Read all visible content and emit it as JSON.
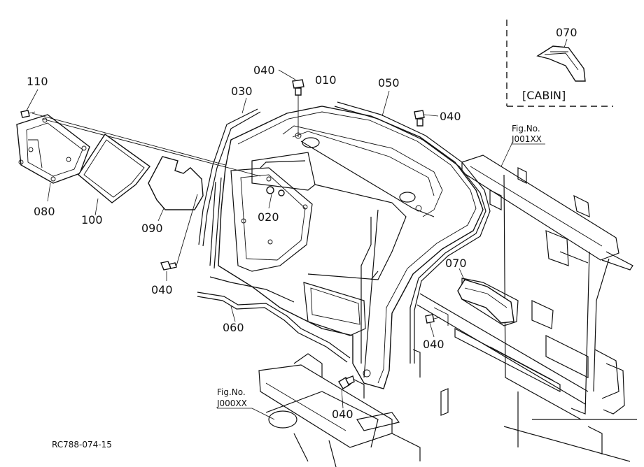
{
  "labels": {
    "p110": "110",
    "p080": "080",
    "p100": "100",
    "p090": "090",
    "p040_left": "040",
    "p030": "030",
    "p040_top": "040",
    "p010": "010",
    "p050": "050",
    "p040_right": "040",
    "p020": "020",
    "p060": "060",
    "p070_main": "070",
    "p040_mid": "040",
    "p040_bottom": "040",
    "p070_cabin": "070"
  },
  "cabin_label": "[CABIN]",
  "figref_top": {
    "line1": "Fig.No.",
    "line2": "J001XX"
  },
  "figref_bottom": {
    "line1": "Fig.No.",
    "line2": "J000XX"
  },
  "drawing_code": "RC788-074-15"
}
